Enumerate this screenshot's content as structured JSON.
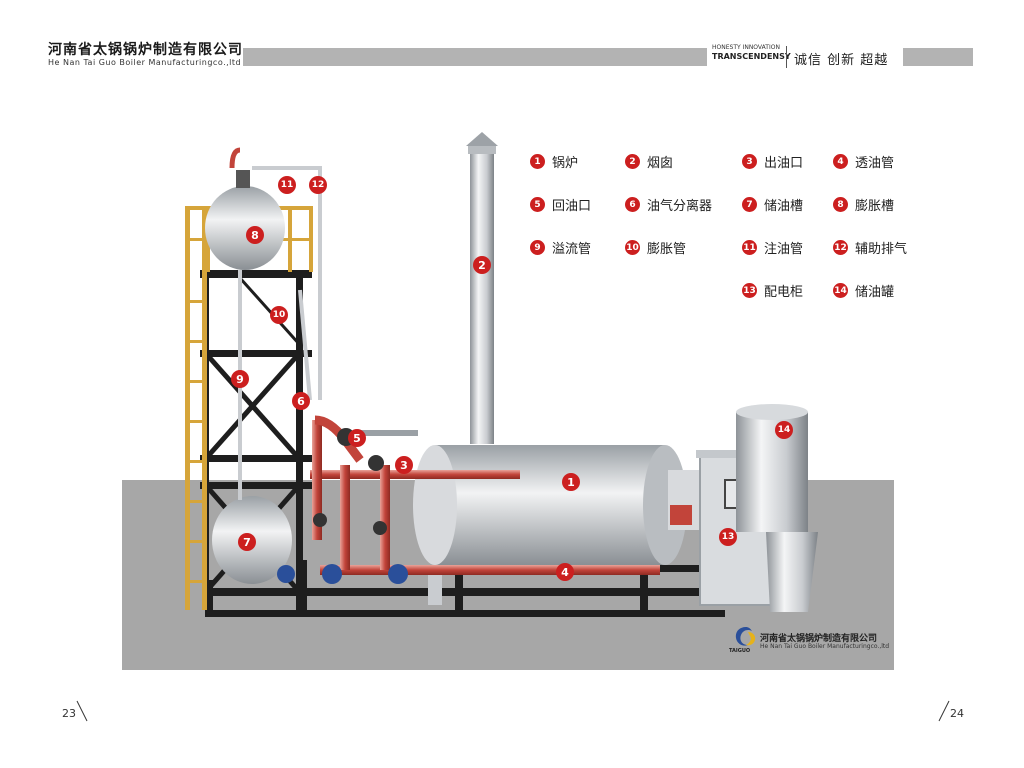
{
  "header": {
    "company_cn": "河南省太锅锅炉制造有限公司",
    "company_en": "He Nan Tai Guo Boiler Manufacturingco.,ltd",
    "motto_en_1": "HONESTY INNOVATION",
    "motto_en_2": "TRANSCENDENSY",
    "slogan": "诚信  创新  超越"
  },
  "legend": [
    {
      "num": "1",
      "label": "锅炉"
    },
    {
      "num": "2",
      "label": "烟囱"
    },
    {
      "num": "3",
      "label": "出油口"
    },
    {
      "num": "4",
      "label": "透油管"
    },
    {
      "num": "5",
      "label": "回油口"
    },
    {
      "num": "6",
      "label": "油气分离器"
    },
    {
      "num": "7",
      "label": "储油槽"
    },
    {
      "num": "8",
      "label": "膨胀槽"
    },
    {
      "num": "9",
      "label": "溢流管"
    },
    {
      "num": "10",
      "label": "膨胀管"
    },
    {
      "num": "11",
      "label": "注油管"
    },
    {
      "num": "12",
      "label": "辅助排气"
    },
    {
      "num": "13",
      "label": "配电柜"
    },
    {
      "num": "14",
      "label": "储油罐"
    }
  ],
  "diagram_labels": {
    "l1": "1",
    "l2": "2",
    "l3": "3",
    "l4": "4",
    "l5": "5",
    "l6": "6",
    "l7": "7",
    "l8": "8",
    "l9": "9",
    "l10": "10",
    "l11": "11",
    "l12": "12",
    "l13": "13",
    "l14": "14"
  },
  "footer": {
    "company_cn": "河南省太锅锅炉制造有限公司",
    "company_en": "He Nan Tai Guo Boiler Manufacturingco.,ltd",
    "logo_text": "TAIGUO"
  },
  "pages": {
    "left": "23",
    "right": "24"
  },
  "colors": {
    "accent_red": "#cc1f1f",
    "header_gray": "#b3b3b3",
    "ground_gray": "#a7a7a7"
  }
}
